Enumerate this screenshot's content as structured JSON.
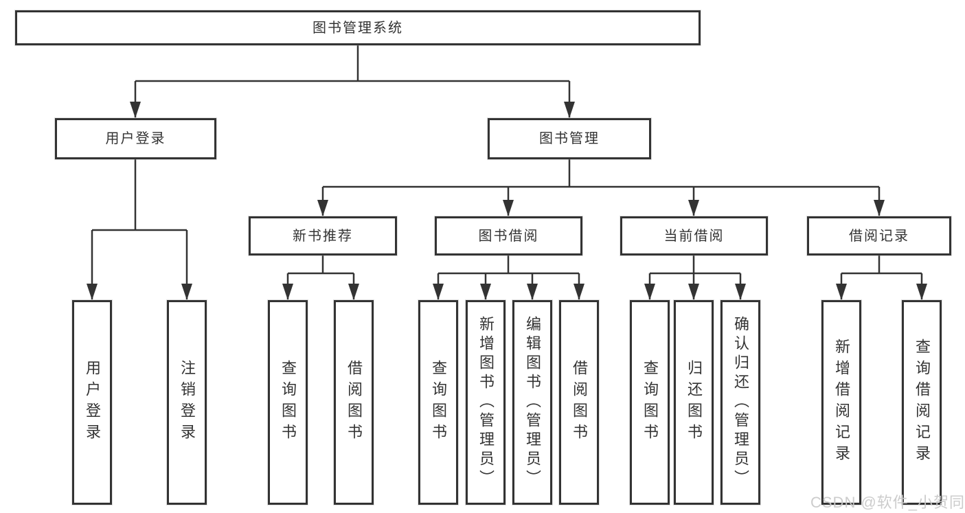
{
  "colors": {
    "line": "#333333",
    "text": "#333333",
    "box_background": "#ffffff",
    "watermark": "#c9c9c9"
  },
  "diagram": {
    "root": {
      "label": "图书管理系统"
    },
    "level2": [
      {
        "label": "用户登录"
      },
      {
        "label": "图书管理"
      }
    ],
    "level3": [
      {
        "label": "新书推荐"
      },
      {
        "label": "图书借阅"
      },
      {
        "label": "当前借阅"
      },
      {
        "label": "借阅记录"
      }
    ],
    "leaves": [
      {
        "label": "用户登录"
      },
      {
        "label": "注销登录"
      },
      {
        "label": "查询图书"
      },
      {
        "label": "借阅图书"
      },
      {
        "label": "查询图书"
      },
      {
        "label": "新增图书（管理员）"
      },
      {
        "label": "编辑图书（管理员）"
      },
      {
        "label": "借阅图书"
      },
      {
        "label": "查询图书"
      },
      {
        "label": "归还图书"
      },
      {
        "label": "确认归还（管理员）"
      },
      {
        "label": "新增借阅记录"
      },
      {
        "label": "查询借阅记录"
      }
    ]
  },
  "watermark": {
    "text": "CSDN @软件_小贺同学"
  }
}
